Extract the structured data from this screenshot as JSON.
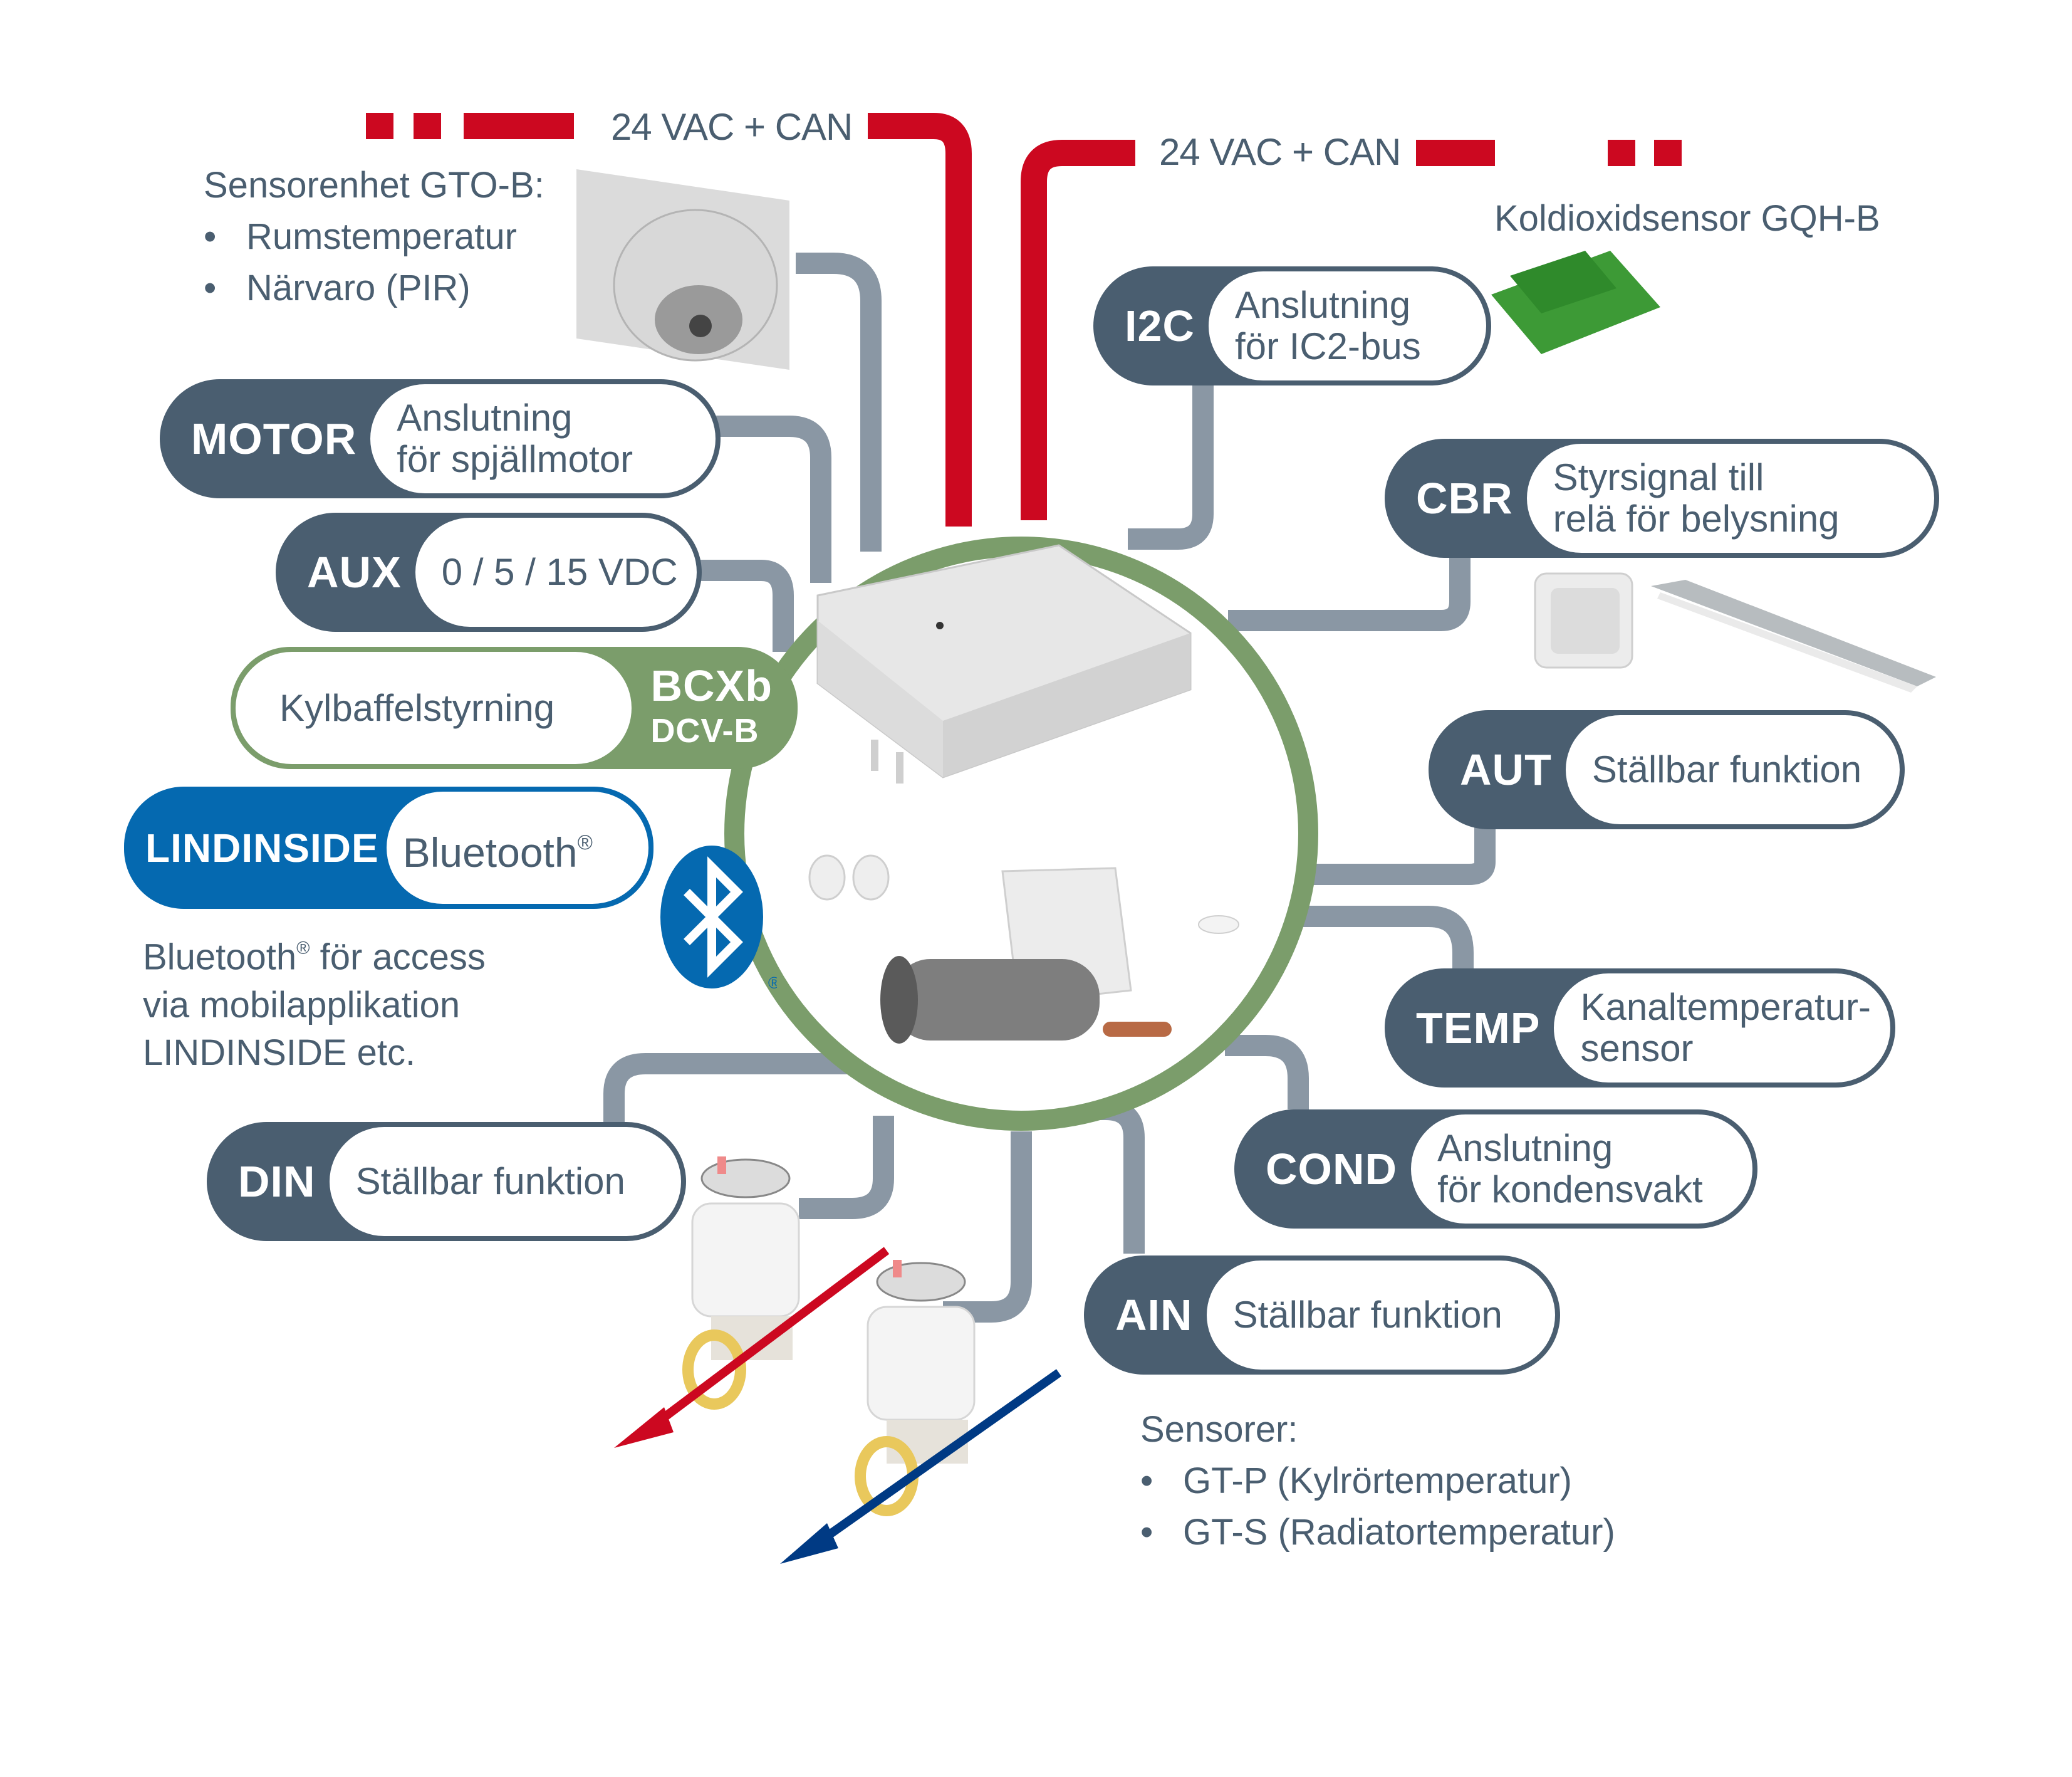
{
  "colors": {
    "power_wire": "#cc0820",
    "signal_wire": "#8a97a4",
    "connector_dark": "#4a5e70",
    "controller_green": "#7b9d6b",
    "bluetooth_blue": "#0569b0",
    "text": "#4a5e70",
    "hot_water_arrow": "#cc0820",
    "cold_water_arrow": "#003a84"
  },
  "bus": {
    "left_label": "24 VAC + CAN",
    "right_label": "24 VAC + CAN"
  },
  "controller": {
    "code": "BCXb",
    "sub_code": "DCV-B",
    "description": "Kylbaffelstyrning"
  },
  "connectors": {
    "motor": {
      "code": "MOTOR",
      "line1": "Anslutning",
      "line2": "för spjällmotor"
    },
    "aux": {
      "code": "AUX",
      "line1": "0 / 5 / 15 VDC"
    },
    "i2c": {
      "code": "I2C",
      "line1": "Anslutning",
      "line2": "för IC2-bus"
    },
    "cbr": {
      "code": "CBR",
      "line1": "Styrsignal till",
      "line2": "relä för belysning"
    },
    "aut": {
      "code": "AUT",
      "line1": "Ställbar funktion"
    },
    "temp": {
      "code": "TEMP",
      "line1": "Kanaltemperatur-",
      "line2": "sensor"
    },
    "cond": {
      "code": "COND",
      "line1": "Anslutning",
      "line2": "för kondensvakt"
    },
    "ain": {
      "code": "AIN",
      "line1": "Ställbar funktion"
    },
    "din": {
      "code": "DIN",
      "line1": "Ställbar funktion"
    },
    "lindinside": {
      "code": "LINDINSIDE",
      "line1": "Bluetooth",
      "line1_mark": "®"
    }
  },
  "captions": {
    "sensor_unit": {
      "title": "Sensorenhet GTO-B:",
      "items": [
        "Rumstemperatur",
        "Närvaro (PIR)"
      ]
    },
    "co2_sensor": {
      "title": "Koldioxidsensor GQH-B"
    },
    "bluetooth": {
      "line1": "Bluetooth",
      "line1_mark": "®",
      "line1_rest": " för access",
      "line2": "via mobilapplikation",
      "line3": "LINDINSIDE etc."
    },
    "sensors": {
      "title": "Sensorer:",
      "items": [
        "GT-P (Kylrörtemperatur)",
        "GT-S (Radiatortemperatur)"
      ]
    }
  },
  "icons": {
    "bluetooth_logo": "bluetooth-icon",
    "bluetooth_mark": "®"
  }
}
